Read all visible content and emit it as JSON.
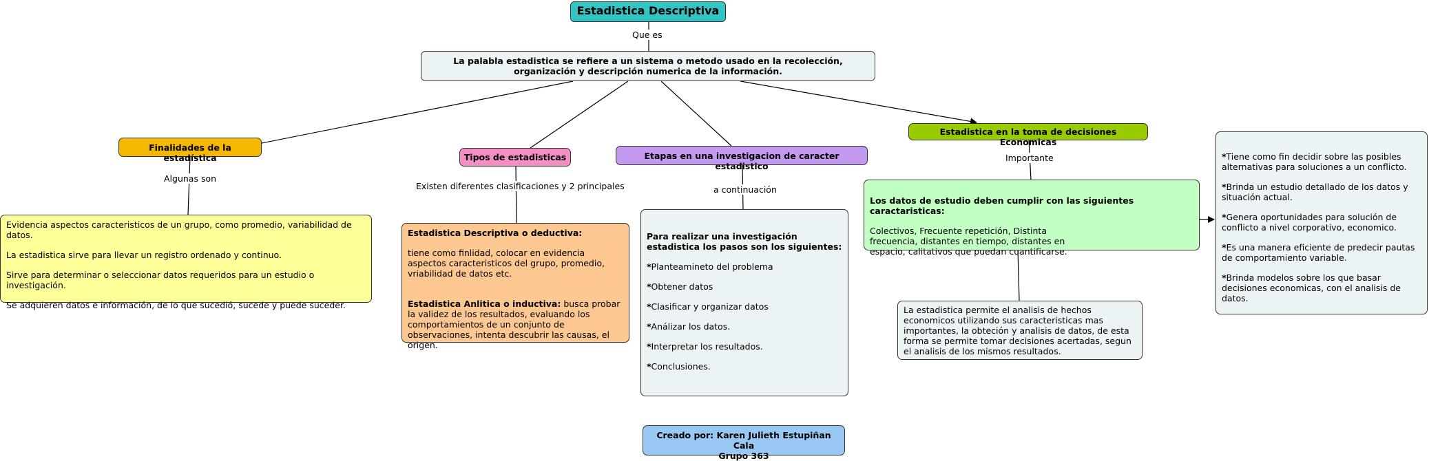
{
  "title": "Estadistica Descriptiva",
  "definition": "La palabla estadistica se refiere a un sistema o metodo usado en la recolección, organización y descripción numerica de la información.",
  "link_labels": {
    "que_es": "Que es",
    "algunas_son": "Algunas son",
    "clasificaciones": "Existen diferentes clasificaciones y 2 principales",
    "a_continuacion": "a continuación",
    "importante": "Importante"
  },
  "finalidades": {
    "heading": "Finalidades de la estadística",
    "items": [
      "Evidencia aspectos caracteristicos de un grupo, como promedio, variabilidad de datos.",
      "La estadistica sirve para llevar un registro ordenado  y continuo.",
      "Sirve para determinar o seleccionar datos requeridos para un estudio o investigación.",
      "Se adquieren datos e información, de lo que sucedió, sucede y puede suceder."
    ]
  },
  "tipos": {
    "heading": "Tipos de estadisticas",
    "descriptiva_title": "Estadistica Descriptiva o deductiva:",
    "descriptiva_text": "tiene como finlidad, colocar en evidencia aspectos caracteristicos del grupo, promedio, vriabilidad de datos etc.",
    "analitica_title": "Estadistica Anlitica o inductiva:",
    "analitica_text": "busca probar la validez de los resultados, evaluando los comportamientos de un conjunto de observaciones,  intenta descubrir las causas, el origen."
  },
  "etapas": {
    "heading": "Etapas en una investigacion de caracter estadistico",
    "intro": "Para realizar una investigación estadistica los pasos son los siguientes:",
    "steps": [
      "Planteamineto del problema",
      "Obtener datos",
      "Clasificar y organizar datos",
      "Análizar  los datos.",
      "Interpretar  los resultados.",
      "Conclusiones."
    ]
  },
  "decisiones": {
    "heading": "Estadistica en la toma de decisiones Economicas",
    "caracteristicas_title": "Los datos de estudio deben cumplir con las siguientes caractaristicas:",
    "caracteristicas_text": "Colectivos, Frecuente repetición, Distinta frecuencia,  distantes en tiempo, distantes en espacio,  calitativos que puedan cuantificarse.",
    "analisis_text": "La estadistica permite el analisis de hechos economicos utilizando sus caracteristicas mas importantes, la obteción y analisis de datos, de esta forma se permite tomar decisiones acertadas, segun el analisis de los mismos resultados.",
    "beneficios": [
      "Tiene como fin decidir sobre las posibles alternativas para soluciones a un conflicto.",
      "Brinda un estudio detallado de los datos y situación actual.",
      "Genera oportunidades para solución de conflicto a nivel corporativo, economico.",
      "Es una manera eficiente de predecir pautas de comportamiento variable.",
      "Brinda modelos sobre los que basar decisiones economicas, con el analisis de datos."
    ]
  },
  "credits": {
    "line1": "Creado por: Karen Julieth Estupiñan Cala",
    "line2": "Grupo 363"
  },
  "colors": {
    "title": "#33c4c4",
    "definition": "#ebf3f5",
    "finalidades": "#f5b800",
    "finalidades_box": "#ffff99",
    "tipos": "#f48fc4",
    "tipos_box": "#fcc791",
    "etapas": "#c49af0",
    "decisiones": "#99cc00",
    "caracteristicas": "#c2ffc2",
    "credits": "#99c8f5"
  }
}
